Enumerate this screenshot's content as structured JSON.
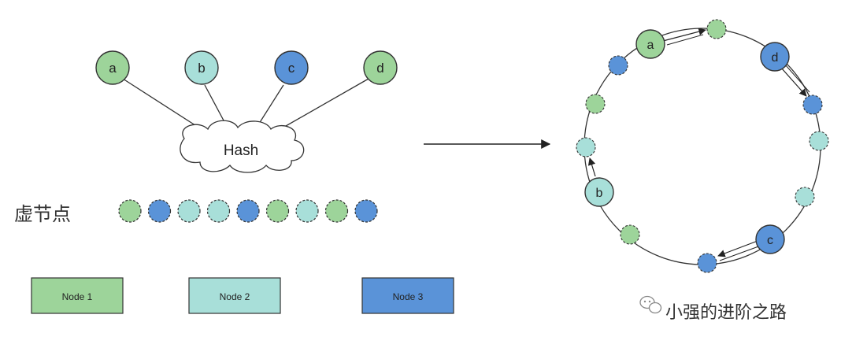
{
  "colors": {
    "green": "#9dd49a",
    "teal": "#a8dfd9",
    "blue": "#5a93d8",
    "stroke": "#333333"
  },
  "hash_nodes": [
    {
      "label": "a",
      "color": "green"
    },
    {
      "label": "b",
      "color": "teal"
    },
    {
      "label": "c",
      "color": "blue"
    },
    {
      "label": "d",
      "color": "green"
    }
  ],
  "hash_label": "Hash",
  "virtual_label": "虚节点",
  "virtual_nodes": [
    "green",
    "blue",
    "teal",
    "teal",
    "blue",
    "green",
    "teal",
    "green",
    "blue"
  ],
  "physical_nodes": [
    {
      "label": "Node 1",
      "color": "green"
    },
    {
      "label": "Node 2",
      "color": "teal"
    },
    {
      "label": "Node 3",
      "color": "blue"
    }
  ],
  "ring": {
    "keys": [
      {
        "label": "a",
        "color": "green"
      },
      {
        "label": "d",
        "color": "blue"
      },
      {
        "label": "c",
        "color": "blue"
      },
      {
        "label": "b",
        "color": "teal"
      }
    ],
    "virtual": [
      "green",
      "blue",
      "teal",
      "teal",
      "blue",
      "green",
      "teal",
      "green",
      "blue"
    ]
  },
  "watermark": "小强的进阶之路"
}
